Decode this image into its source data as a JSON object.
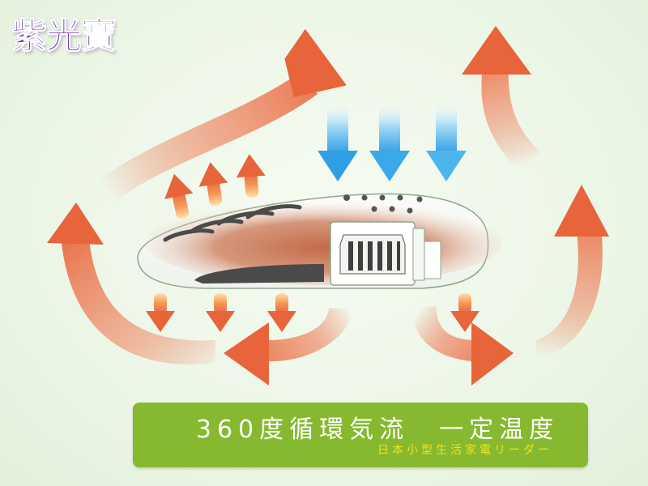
{
  "brand": {
    "logo_text": "紫光寶"
  },
  "caption": {
    "main": "360度循環気流　一定温度",
    "sub": "日本小型生活家電リーダー"
  },
  "colors": {
    "warm_arrow": "#e8643a",
    "cool_arrow": "#3aa6e6",
    "panel": "#86b92f",
    "sub_text": "#f3e21a",
    "heater_glow": "#c8704e"
  },
  "icons": {
    "large_arrows": "curved-warm-airflow-arrow",
    "down_arrows": "cool-air-down-arrow",
    "heat_arrows": "heat-radiation-arrow",
    "device": "heater-device-icon",
    "fan": "fan-grille-icon"
  }
}
